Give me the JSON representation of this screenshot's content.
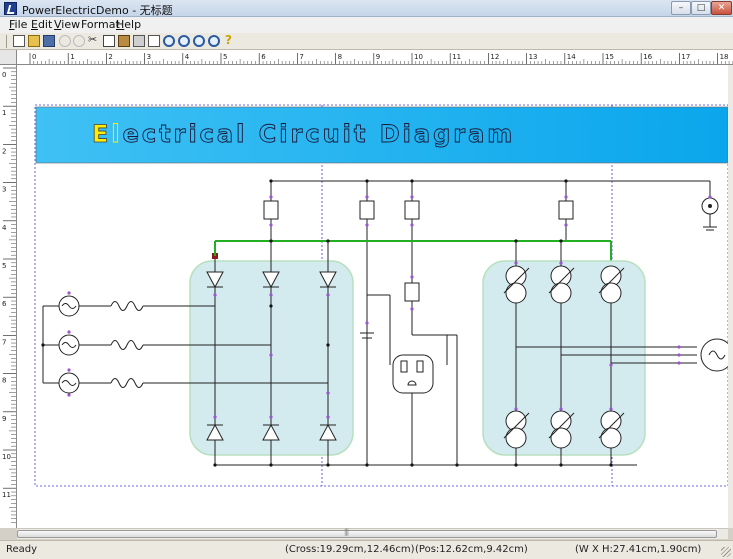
{
  "window": {
    "title": "PowerElectricDemo - 无标题",
    "controls": {
      "minimize": "–",
      "maximize": "□",
      "close": "✕"
    }
  },
  "menu": {
    "items": [
      {
        "key": "F",
        "rest": "ile"
      },
      {
        "key": "E",
        "rest": "dit"
      },
      {
        "key": "V",
        "rest": "iew"
      },
      {
        "key": "",
        "rest": "Format"
      },
      {
        "key": "H",
        "rest": "elp"
      }
    ]
  },
  "toolbar": {
    "icons": [
      "new-icon",
      "open-icon",
      "save-icon",
      "undo-icon",
      "redo-icon",
      "cut-icon",
      "copy-icon",
      "paste-icon",
      "print-icon",
      "print-preview-icon",
      "zoom-in-icon",
      "zoom-out-icon",
      "zoom-fit-icon",
      "zoom-actual-icon",
      "help-icon"
    ]
  },
  "ruler": {
    "horizontal": [
      "0",
      "1",
      "2",
      "3",
      "4",
      "5",
      "6",
      "7",
      "8",
      "9",
      "10",
      "11",
      "12",
      "13",
      "14",
      "15",
      "16",
      "17",
      "18"
    ],
    "vertical": [
      "0",
      "1",
      "2",
      "3",
      "4",
      "5",
      "6",
      "7",
      "8",
      "9",
      "10",
      "11"
    ]
  },
  "diagram": {
    "title_first": "E",
    "title_second": "l",
    "title_rest": "ectrical  Circuit  Diagram",
    "banner_colors": [
      "#38bdf5",
      "#0ea5e9"
    ],
    "title_accent": "#ffee00"
  },
  "status": {
    "ready": "Ready",
    "cross": "(Cross:19.29cm,12.46cm)",
    "pos": "(Pos:12.62cm,9.42cm)",
    "size": "(W X H:27.41cm,1.90cm)"
  }
}
